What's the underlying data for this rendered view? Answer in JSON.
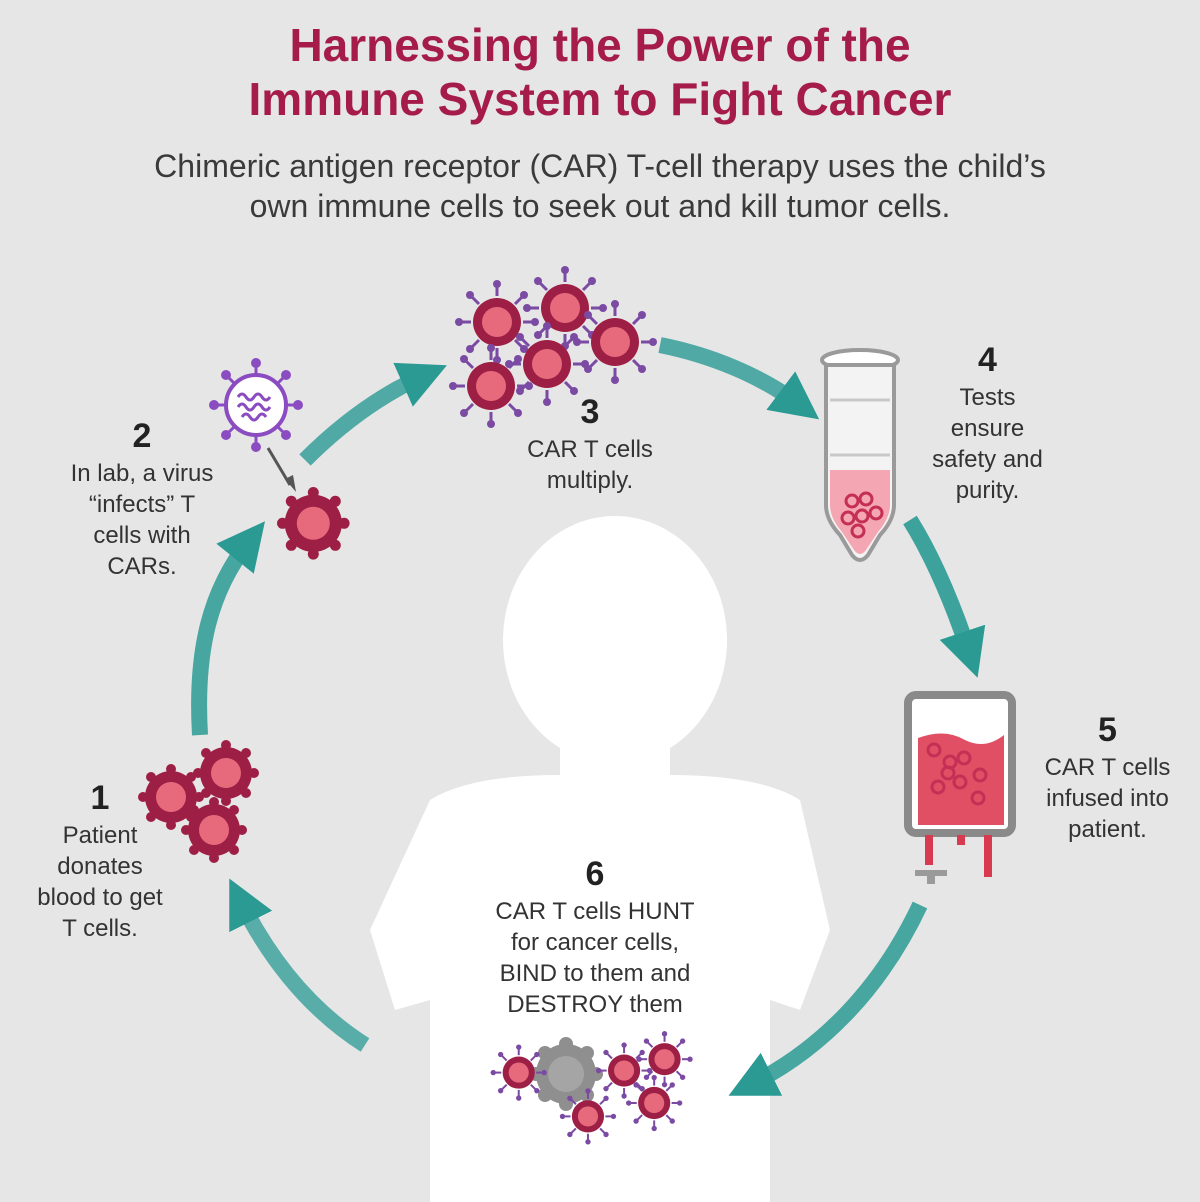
{
  "title": {
    "line1": "Harnessing the Power of the",
    "line2": "Immune System to Fight Cancer"
  },
  "subtitle": {
    "line1": "Chimeric antigen receptor (CAR) T-cell therapy uses the child’s",
    "line2": "own immune cells to seek out and kill tumor cells."
  },
  "steps": [
    {
      "number": "1",
      "lines": [
        "Patient",
        "donates",
        "blood to get",
        "T cells."
      ]
    },
    {
      "number": "2",
      "lines": [
        "In lab, a virus",
        "“infects” T",
        "cells with",
        "CARs."
      ]
    },
    {
      "number": "3",
      "lines": [
        "CAR T cells",
        "multiply."
      ]
    },
    {
      "number": "4",
      "lines": [
        "Tests",
        "ensure",
        "safety and",
        "purity."
      ]
    },
    {
      "number": "5",
      "lines": [
        "CAR T cells",
        "infused into",
        "patient."
      ]
    },
    {
      "number": "6",
      "lines": [
        "CAR T cells HUNT",
        "for cancer cells,",
        "BIND to them and",
        "DESTROY them"
      ]
    }
  ],
  "colors": {
    "background": "#e6e6e6",
    "title": "#a51c4a",
    "cell_outer": "#9e1f45",
    "cell_inner": "#e76a7c",
    "receptor": "#7b4aa3",
    "arrow": "#2a9a93",
    "silhouette": "#ffffff",
    "tumor": "#8a8a8a"
  },
  "icons": [
    "virus-icon",
    "t-cell-icon",
    "car-t-cell-icon",
    "test-tube-icon",
    "iv-bag-icon",
    "tumor-cell-icon",
    "child-silhouette"
  ]
}
